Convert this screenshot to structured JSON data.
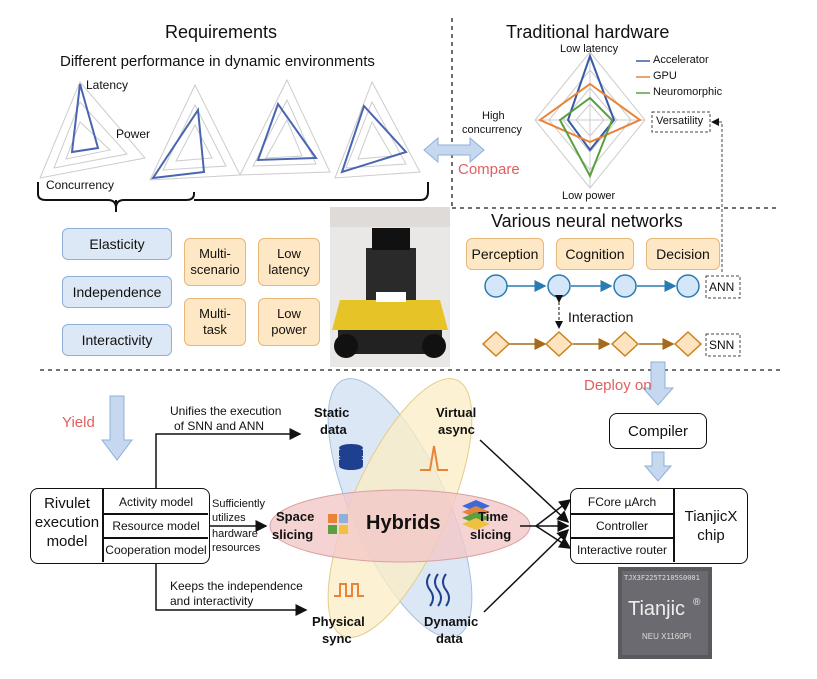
{
  "requirements": {
    "title": "Requirements",
    "subtitle": "Different performance in dynamic environments",
    "axes": {
      "latency": "Latency",
      "power": "Power",
      "concurrency": "Concurrency"
    },
    "properties": [
      "Elasticity",
      "Independence",
      "Interactivity"
    ],
    "scenarios": [
      "Multi-\nscenario",
      "Low\nlatency",
      "Multi-\ntask",
      "Low\npower"
    ]
  },
  "traditional": {
    "title": "Traditional hardware",
    "axis_top": "Low latency",
    "axis_left_1": "High",
    "axis_left_2": "concurrency",
    "axis_bottom": "Low power",
    "axis_right": "Versatility",
    "legend": [
      {
        "name": "Accelerator",
        "color": "#3a5aa8"
      },
      {
        "name": "GPU",
        "color": "#e8843a"
      },
      {
        "name": "Neuromorphic",
        "color": "#5aa040"
      }
    ]
  },
  "compare_label": "Compare",
  "networks": {
    "title": "Various neural networks",
    "stages": [
      "Perception",
      "Cognition",
      "Decision"
    ],
    "interaction": "Interaction",
    "ann": "ANN",
    "snn": "SNN"
  },
  "deploy_label": "Deploy on",
  "yield_label": "Yield",
  "compiler": "Compiler",
  "rivulet": {
    "title_1": "Rivulet",
    "title_2": "execution",
    "title_3": "model",
    "models": [
      "Activity model",
      "Resource model",
      "Cooperation model"
    ]
  },
  "annotations": {
    "unifies_1": "Unifies the execution",
    "unifies_2": "of SNN and ANN",
    "suff_1": "Sufficiently",
    "suff_2": "utilizes",
    "suff_3": "hardware",
    "suff_4": "resources",
    "keeps_1": "Keeps the independence",
    "keeps_2": "and interactivity"
  },
  "hybrids": {
    "center": "Hybrids",
    "static_1": "Static",
    "static_2": "data",
    "virtual_1": "Virtual",
    "virtual_2": "async",
    "space_1": "Space",
    "space_2": "slicing",
    "time_1": "Time",
    "time_2": "slicing",
    "physical_1": "Physical",
    "physical_2": "sync",
    "dynamic_1": "Dynamic",
    "dynamic_2": "data"
  },
  "chip": {
    "parts": [
      "FCore µArch",
      "Controller",
      "Interactive router"
    ],
    "name_1": "TianjicX",
    "name_2": "chip",
    "marking_top": "TJX3F225T2105S0001",
    "brand": "Tianjic",
    "reg": "®",
    "marking_bottom": "NEU X1160PI"
  },
  "colors": {
    "blue_fill": "#dce8f6",
    "orange_fill": "#fde7c4",
    "red_text": "#e06060",
    "arrow_blue": "#c5d8f0"
  }
}
